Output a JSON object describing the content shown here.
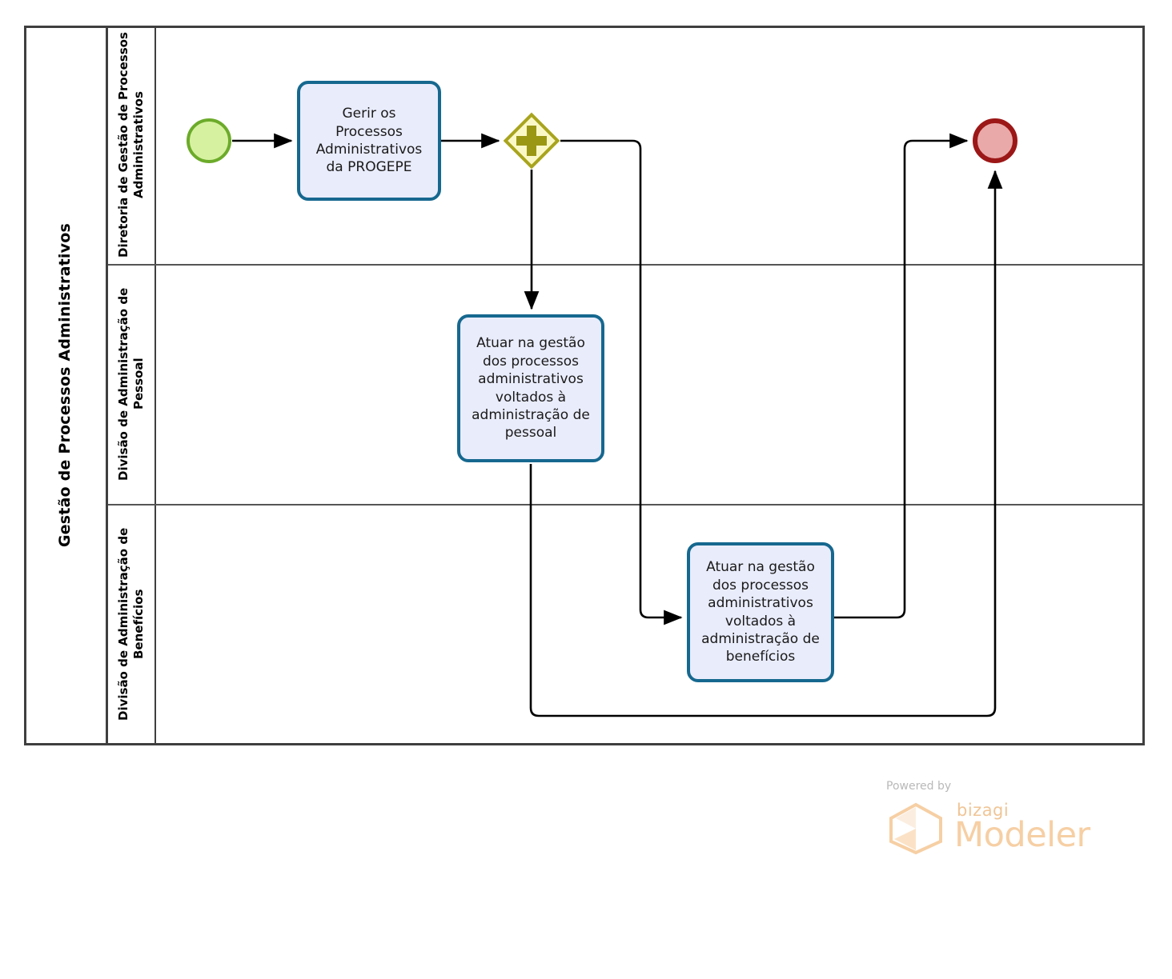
{
  "diagram": {
    "type": "bpmn-pool",
    "pool_title": "Gestão de Processos Administrativos",
    "lanes": [
      {
        "id": "lane-diretoria",
        "label": "Diretoria de Gestão de Processos Administrativos"
      },
      {
        "id": "lane-pessoal",
        "label": "Divisão de Administração de Pessoal"
      },
      {
        "id": "lane-beneficios",
        "label": "Divisão de Administração de Benefícios"
      }
    ],
    "events": {
      "start": {
        "name": "start-event",
        "label": "",
        "color": "#d6f2a0",
        "border": "#6cab2a"
      },
      "end": {
        "name": "end-event",
        "label": "",
        "color": "#eaa9a9",
        "border": "#9c1717"
      }
    },
    "gateway": {
      "name": "parallel-gateway",
      "kind": "parallel",
      "symbol": "+",
      "fill": "#fbf8c8",
      "border": "#a8a41e"
    },
    "tasks": [
      {
        "id": "task-gerir",
        "lane": "lane-diretoria",
        "label": "Gerir os Processos Administrativos da PROGEPE",
        "fill": "#e9ecfb",
        "border": "#16688f"
      },
      {
        "id": "task-pessoal",
        "lane": "lane-pessoal",
        "label": "Atuar na gestão dos processos administrativos voltados à administração de pessoal",
        "fill": "#e9ecfb",
        "border": "#16688f"
      },
      {
        "id": "task-beneficios",
        "lane": "lane-beneficios",
        "label": "Atuar na gestão dos processos administrativos voltados à administração de benefícios",
        "fill": "#e9ecfb",
        "border": "#16688f"
      }
    ],
    "flows": [
      {
        "id": "flow-start-gerir",
        "from": "start-event",
        "to": "task-gerir"
      },
      {
        "id": "flow-gerir-gateway",
        "from": "task-gerir",
        "to": "parallel-gateway"
      },
      {
        "id": "flow-gateway-pessoal",
        "from": "parallel-gateway",
        "to": "task-pessoal"
      },
      {
        "id": "flow-gateway-beneficios",
        "from": "parallel-gateway",
        "to": "task-beneficios"
      },
      {
        "id": "flow-beneficios-end",
        "from": "task-beneficios",
        "to": "end-event"
      },
      {
        "id": "flow-pessoal-end",
        "from": "task-pessoal",
        "to": "end-event"
      }
    ]
  },
  "branding": {
    "powered_by": "Powered by",
    "product_small": "bizagi",
    "product_large": "Modeler",
    "accent": "#f6cfa4"
  }
}
